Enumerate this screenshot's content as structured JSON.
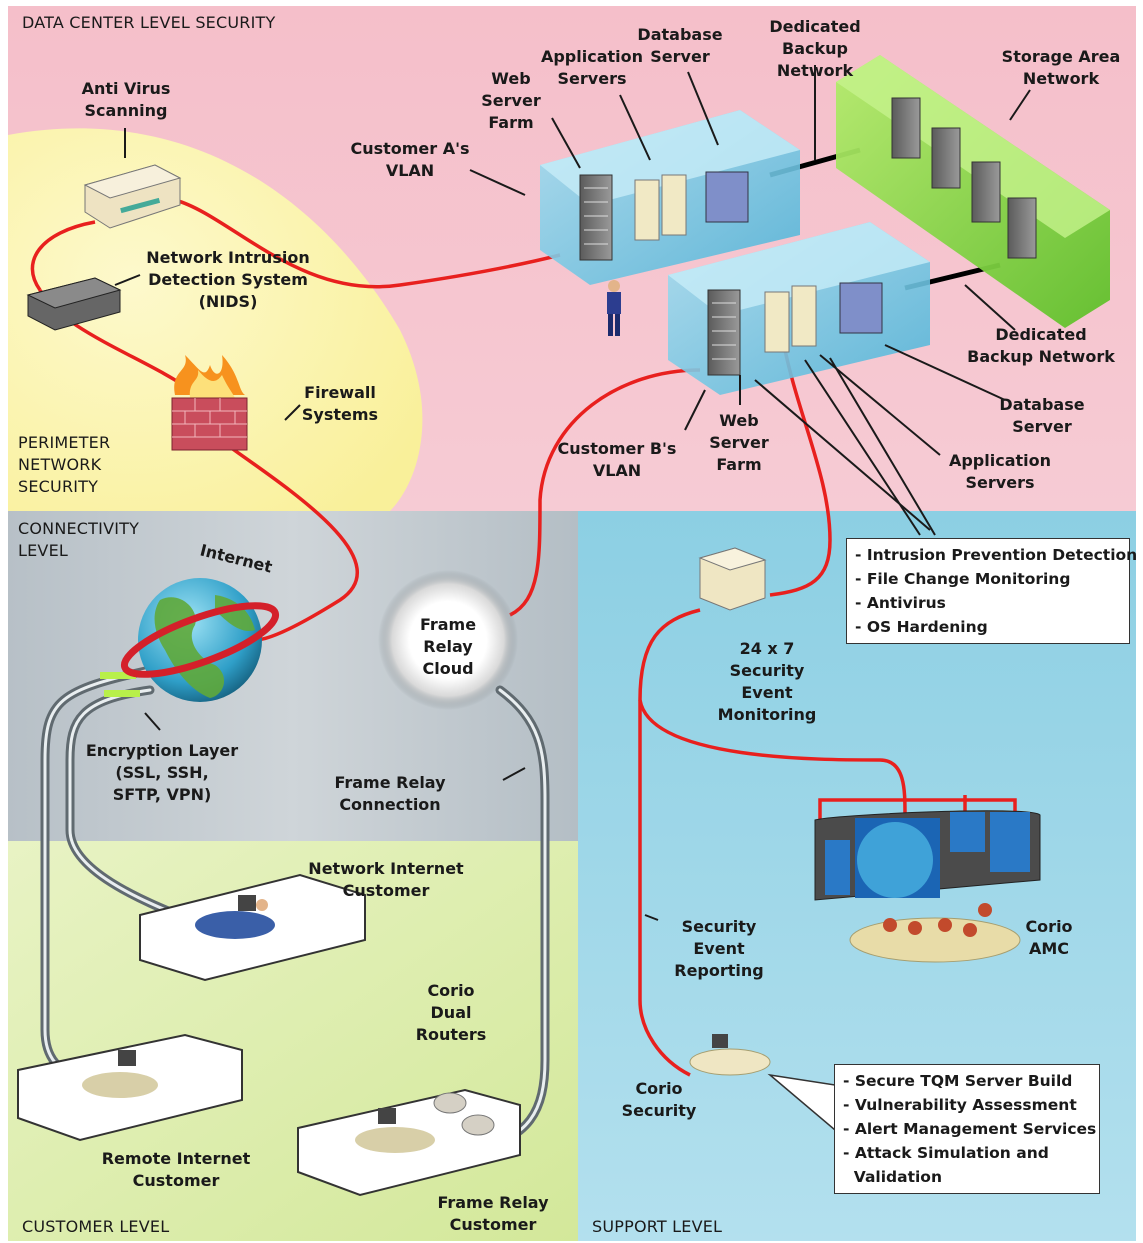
{
  "levels": {
    "data_center": "DATA CENTER LEVEL SECURITY",
    "perimeter": "PERIMETER\nNETWORK\nSECURITY",
    "connectivity": "CONNECTIVITY\nLEVEL",
    "customer": "CUSTOMER LEVEL",
    "support": "SUPPORT LEVEL"
  },
  "labels": {
    "anti_virus": "Anti Virus\nScanning",
    "nids": "Network Intrusion\nDetection System\n(NIDS)",
    "firewall": "Firewall\nSystems",
    "customer_a_vlan": "Customer A's\nVLAN",
    "web_farm_a": "Web\nServer\nFarm",
    "app_servers_a": "Application\nServers",
    "db_server_a": "Database\nServer",
    "backup_a": "Dedicated\nBackup Network",
    "storage": "Storage Area\nNetwork",
    "backup_b": "Dedicated\nBackup Network",
    "db_server_b": "Database\nServer",
    "app_servers_b": "Application\nServers",
    "web_farm_b": "Web\nServer\nFarm",
    "customer_b_vlan": "Customer B's\nVLAN",
    "internet": "Internet",
    "frame_relay_cloud": "Frame\nRelay\nCloud",
    "encryption": "Encryption Layer\n(SSL, SSH,\nSFTP, VPN)",
    "frame_relay_connection": "Frame Relay Connection",
    "monitoring": "24 x 7\nSecurity\nEvent\nMonitoring",
    "network_internet_customer": "Network Internet\nCustomer",
    "remote_internet_customer": "Remote Internet\nCustomer",
    "dual_routers": "Corio\nDual\nRouters",
    "frame_relay_customer": "Frame Relay\nCustomer",
    "event_reporting": "Security\nEvent\nReporting",
    "corio_amc": "Corio\nAMC",
    "corio_security": "Corio\nSecurity"
  },
  "callouts": {
    "server_features": [
      "- Intrusion Prevention Detection",
      "- File Change Monitoring",
      "- Antivirus",
      "- OS Hardening"
    ],
    "security_services": [
      "- Secure TQM Server Build",
      "- Vulnerability Assessment",
      "- Alert Management Services",
      "- Attack Simulation and",
      "  Validation"
    ]
  },
  "colors": {
    "data_center_bg": "#f7c6cf",
    "perimeter_bg": "#fbf5b4",
    "connectivity_bg": "#c4ccd1",
    "customer_bg": "#dfeeb2",
    "support_bg": "#9fd4e4",
    "network_line": "#e8201e",
    "vlan_box": "#7fd0ea",
    "storage_box": "#8fd84a"
  },
  "icons": [
    "anti-virus-appliance-icon",
    "nids-appliance-icon",
    "firewall-icon",
    "server-rack-icon",
    "globe-icon",
    "cloud-icon",
    "workstation-icon",
    "router-icon",
    "monitoring-wall-icon",
    "security-guard-icon"
  ]
}
